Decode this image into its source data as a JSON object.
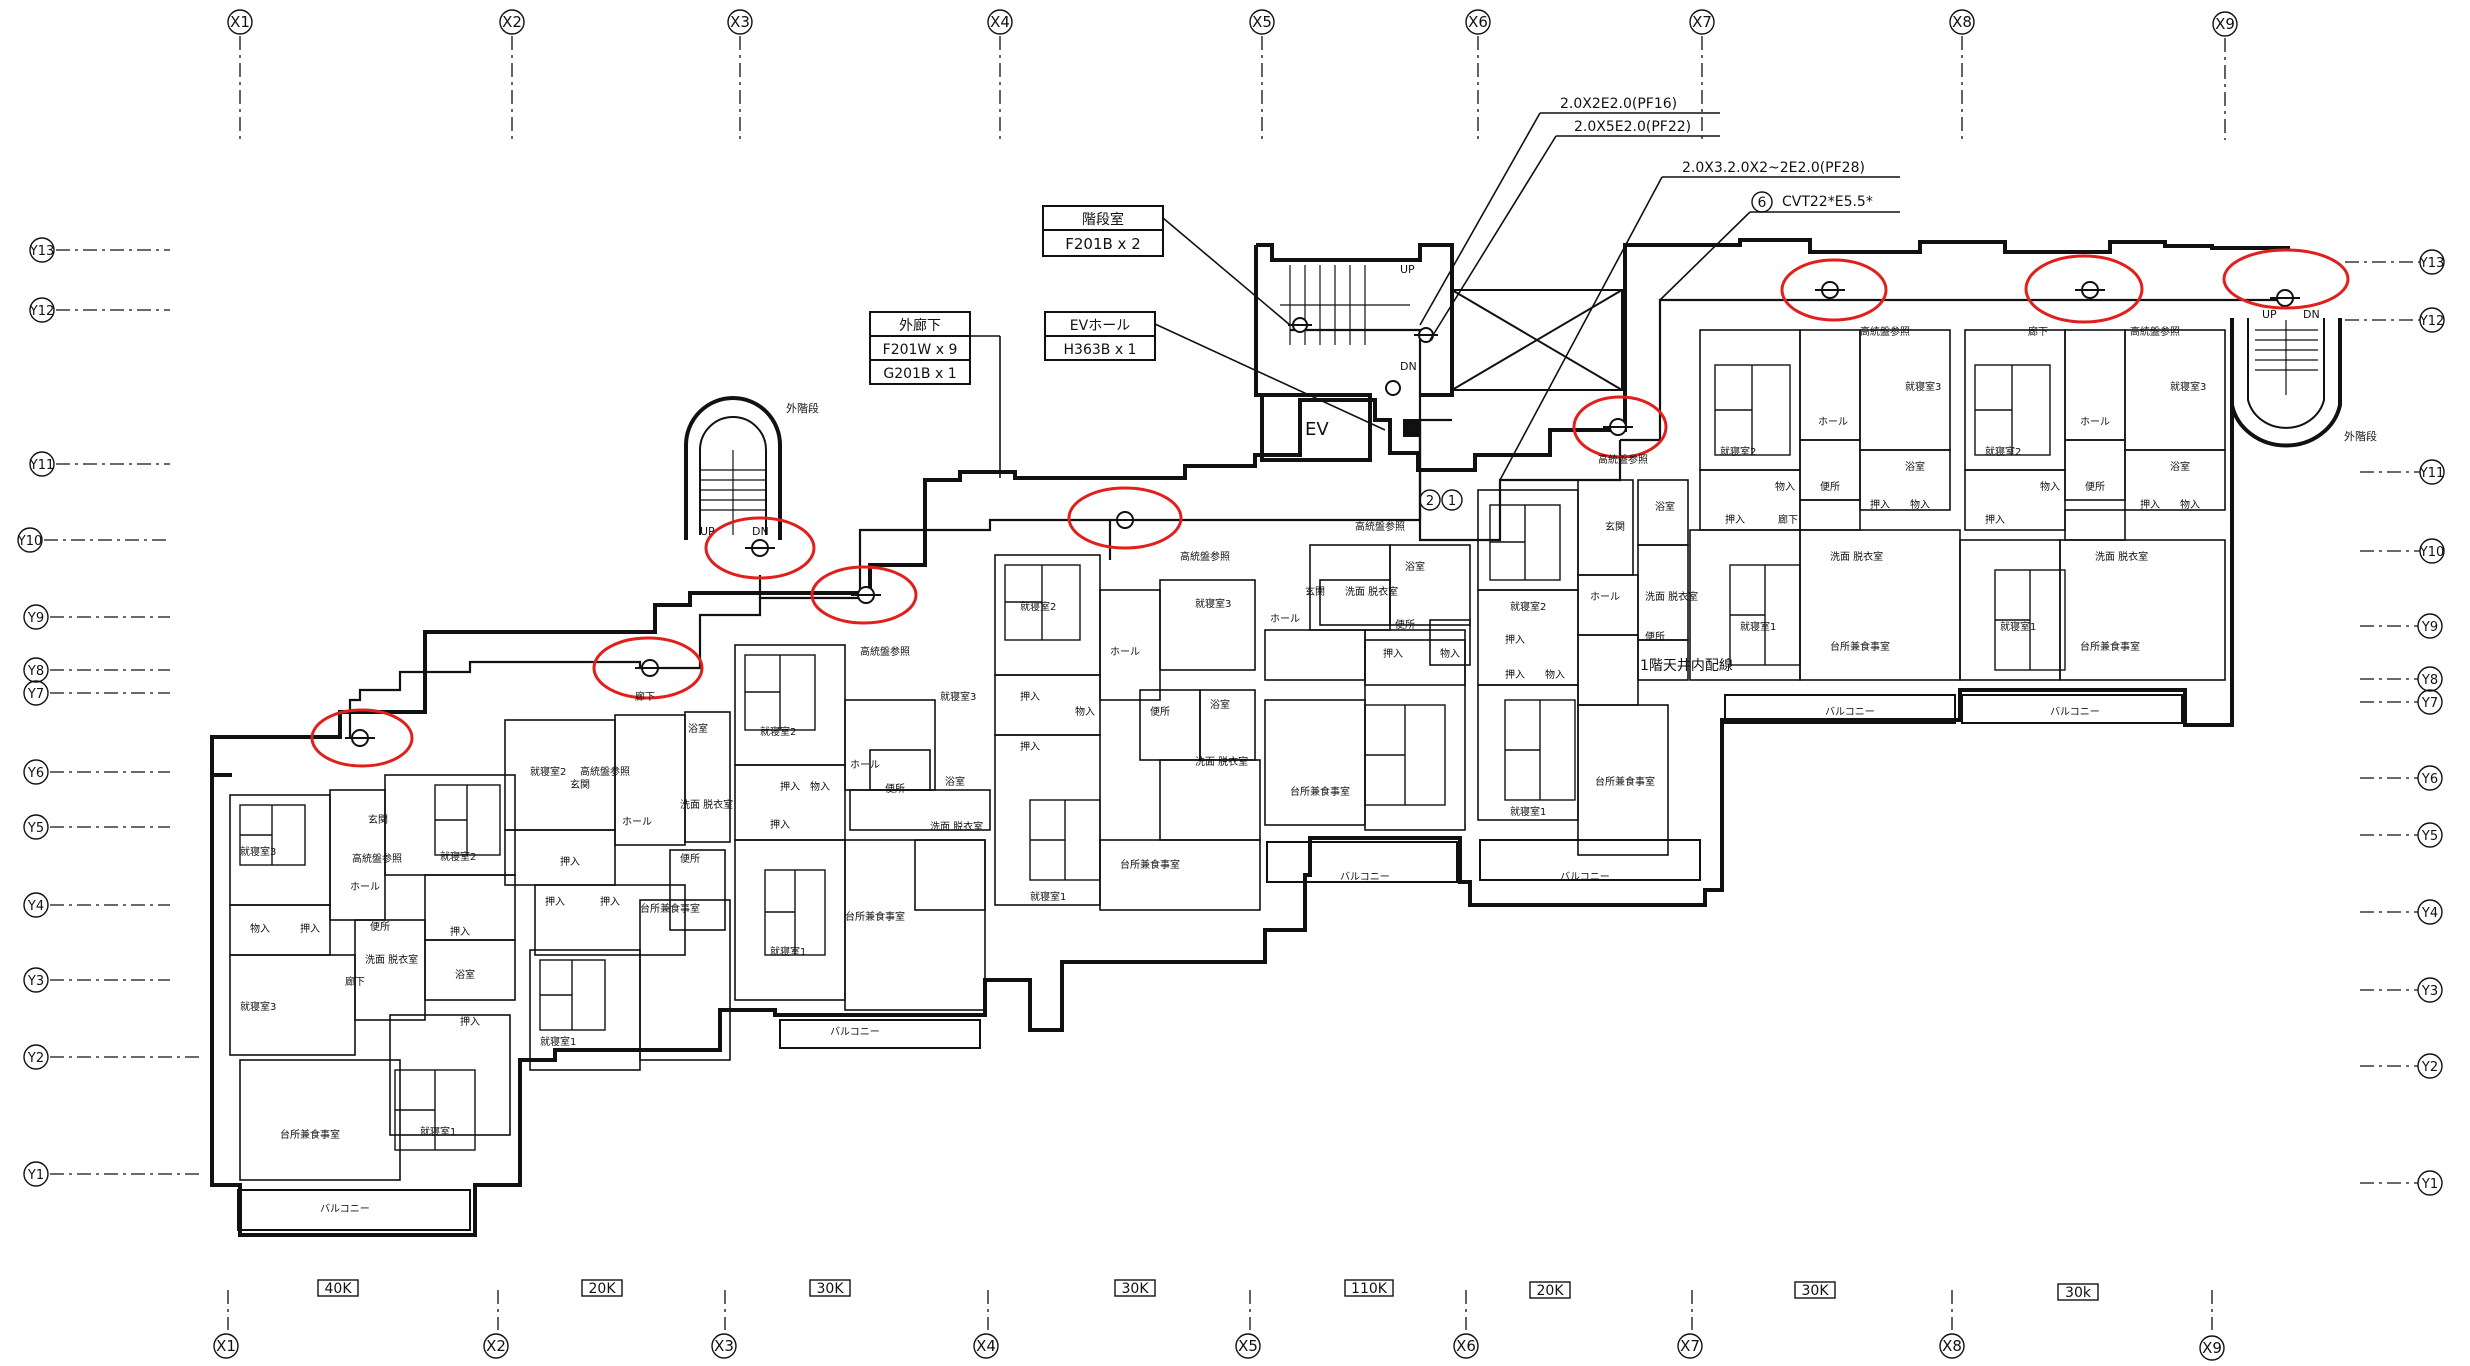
{
  "axes": {
    "x": [
      "X1",
      "X2",
      "X3",
      "X4",
      "X5",
      "X6",
      "X7",
      "X8",
      "X9"
    ],
    "y_left": [
      "Y13",
      "Y12",
      "Y11",
      "Y10",
      "Y9",
      "Y8",
      "Y7",
      "Y6",
      "Y5",
      "Y4",
      "Y3",
      "Y2",
      "Y1"
    ],
    "y_right": [
      "Y13",
      "Y12",
      "Y11",
      "Y10",
      "Y9",
      "Y8",
      "Y7",
      "Y6",
      "Y5",
      "Y4",
      "Y3",
      "Y2",
      "Y1"
    ]
  },
  "notes": {
    "stair_room": {
      "title": "階段室",
      "value": "F201B x 2"
    },
    "corridor": {
      "title": "外廊下",
      "values": [
        "F201W x 9",
        "G201B x 1"
      ]
    },
    "ev_hall": {
      "title": "EVホール",
      "value": "H363B x 1"
    },
    "cable1": "2.0X2E2.0(PF16)",
    "cable2": "2.0X5E2.0(PF22)",
    "cable3": "2.0X3.2.0X2~2E2.0(PF28)",
    "cable4_num": "6",
    "cable4": "CVT22*E5.5*",
    "ev": "EV",
    "exterior_stair": "外階段",
    "up": "UP",
    "dn": "DN",
    "ceiling_note": "1階天井内配線",
    "marker2": "2",
    "marker1": "1"
  },
  "rooms": {
    "bedroom1": "就寝室1",
    "bedroom2": "就寝室2",
    "bedroom3": "就寝室3",
    "hall": "ホール",
    "closet": "押入",
    "storage": "物入",
    "washroom": "洗面 脱衣室",
    "toilet": "便所",
    "bath": "浴室",
    "kitchen_dining": "台所兼食事室",
    "corridor": "廊下",
    "entrance": "玄関",
    "balcony": "バルコニー",
    "panel": "高統盤参照"
  },
  "spans": [
    "40K",
    "20K",
    "30K",
    "30K",
    "110K",
    "20K",
    "30K",
    "30k"
  ]
}
